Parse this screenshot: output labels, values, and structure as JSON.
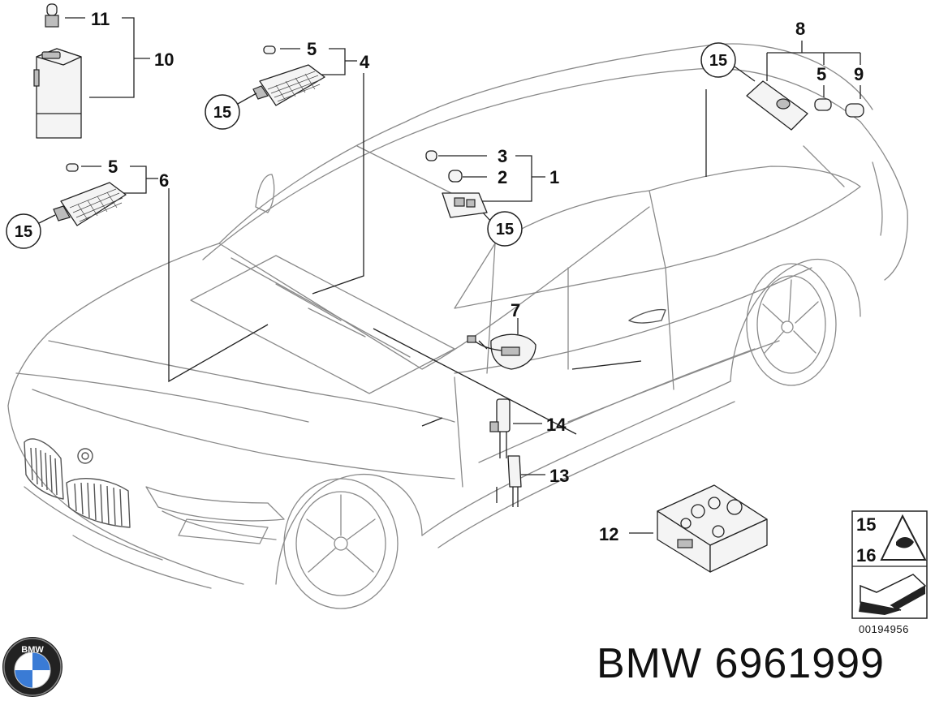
{
  "diagram": {
    "callouts": {
      "c1": "1",
      "c2": "2",
      "c3": "3",
      "c4": "4",
      "c5a": "5",
      "c5b": "5",
      "c5c": "5",
      "c6": "6",
      "c7": "7",
      "c8": "8",
      "c9": "9",
      "c10": "10",
      "c11": "11",
      "c12": "12",
      "c13": "13",
      "c14": "14"
    },
    "circled": {
      "a": "15",
      "b": "15",
      "c": "15",
      "d": "15"
    },
    "legend": {
      "n15": "15",
      "n16": "16"
    },
    "reference_code": "00194956"
  },
  "footer": {
    "brand_part": "BMW 6961999",
    "logo_text": "BMW"
  }
}
